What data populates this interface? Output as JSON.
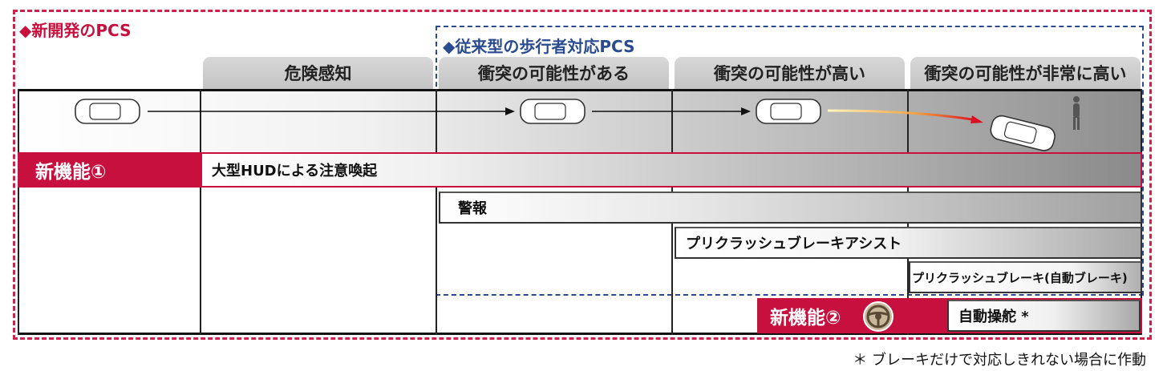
{
  "labels": {
    "new_pcs": "◆新開発のPCS",
    "conventional_pcs": "◆従来型の歩行者対応PCS"
  },
  "phases": [
    "危険感知",
    "衝突の可能性がある",
    "衝突の可能性が高い",
    "衝突の可能性が非常に高い"
  ],
  "new_feature_1": "新機能①",
  "new_feature_2": "新機能②",
  "functions": {
    "hud_alert": "大型HUDによる注意喚起",
    "warning": "警報",
    "pre_crash_brake_assist": "プリクラッシュブレーキアシスト",
    "pre_crash_brake": "プリクラッシュブレーキ(自動ブレーキ)",
    "auto_steering": "自動操舵 *"
  },
  "footnote": "＊ ブレーキだけで対応しきれない場合に作動",
  "icons": [
    "car-icon",
    "arrow-icon",
    "pedestrian-icon",
    "steering-wheel-icon"
  ],
  "colors": {
    "accent_red": "#c8103e",
    "accent_blue": "#2a4b8f"
  }
}
